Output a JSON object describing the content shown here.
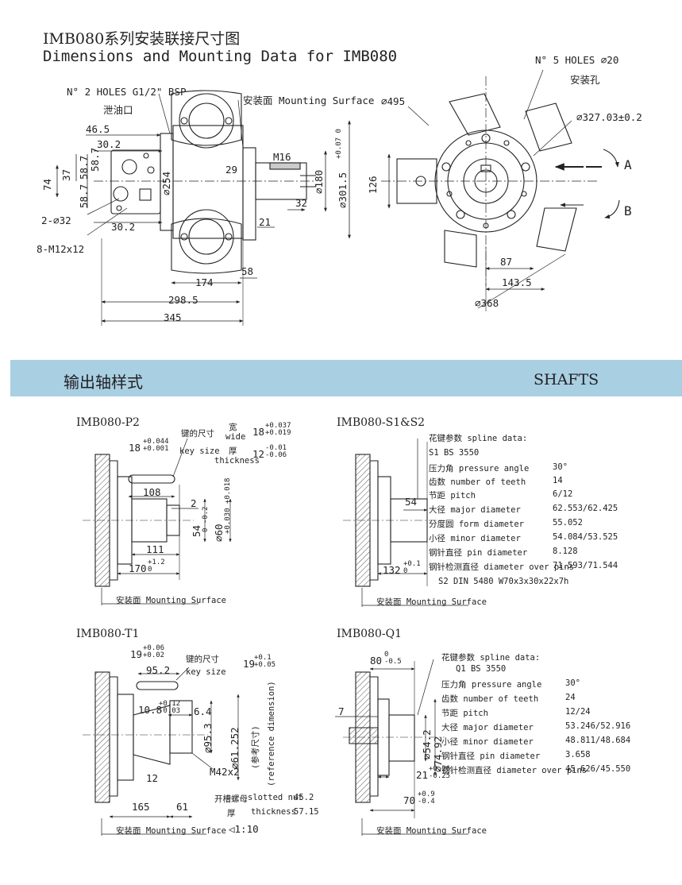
{
  "header": {
    "title_cn": "IMB080系列安装联接尺寸图",
    "title_en": "Dimensions and Mounting Data for IMB080"
  },
  "main_drawing": {
    "drain_holes": "N° 2 HOLES G1/2\" BSP",
    "drain_cn": "泄油口",
    "mounting_surface": "安装面 Mounting Surface",
    "dim_46_5": "46.5",
    "dim_30_2_top": "30.2",
    "dim_30_2_bot": "30.2",
    "dim_74": "74",
    "dim_37": "37",
    "dim_58_7a": "58.7",
    "dim_58_7b": "58.7",
    "dim_58_7c": "58.7",
    "dim_2x32": "2-∅32",
    "dim_8m12": "8-M12x12",
    "dim_254": "∅254",
    "dim_29": "29",
    "dim_m16": "M16",
    "dim_180": "∅180",
    "dim_301_5": "∅301.5",
    "dim_301_5_tol": "+0.07 0",
    "dim_32": "32",
    "dim_21": "21",
    "dim_58": "58",
    "dim_174": "174",
    "dim_298_5": "298.5",
    "dim_345": "345"
  },
  "front_view": {
    "holes": "N° 5 HOLES ∅20",
    "holes_cn": "安装孔",
    "dim_495": "∅495",
    "dim_327": "∅327.03±0.2",
    "dim_126": "126",
    "dim_87": "87",
    "dim_143_5": "143.5",
    "dim_368": "∅368",
    "label_a": "A",
    "label_b": "B"
  },
  "section": {
    "label_cn": "输出轴样式",
    "label_en": "SHAFTS"
  },
  "p2": {
    "title": "IMB080-P2",
    "key_cn": "键的尺寸",
    "key_en": "key size",
    "wide_cn": "宽",
    "wide_en": "wide",
    "thick_cn": "厚",
    "thick_en": "thickness",
    "wide_val": "18",
    "wide_tol": "+0.037 +0.019",
    "thick_val": "12",
    "thick_tol": "-0.01 -0.06",
    "dim_18": "18",
    "dim_18_tol": "+0.044 +0.001",
    "dim_108": "108",
    "dim_2": "2",
    "dim_54": "54",
    "dim_54_tol": "0 -0.2",
    "dim_60": "∅60",
    "dim_60_tol": "+0.030 +0.018",
    "dim_111": "111",
    "dim_170": "170",
    "dim_170_tol": "+1.2 0",
    "mounting": "安装面 Mounting Surface"
  },
  "s1s2": {
    "title": "IMB080-S1&S2",
    "spline_header": "花键参数 spline data:",
    "std": "S1 BS 3550",
    "rows": [
      {
        "label": "压力角 pressure angle",
        "value": "30°"
      },
      {
        "label": "齿数 number of teeth",
        "value": "14"
      },
      {
        "label": "节距 pitch",
        "value": "6/12"
      },
      {
        "label": "大径 major diameter",
        "value": "62.553/62.425"
      },
      {
        "label": "分度圆 form diameter",
        "value": "55.052"
      },
      {
        "label": "小径 minor diameter",
        "value": "54.084/53.525"
      },
      {
        "label": "钢针直径 pin diameter",
        "value": "8.128"
      },
      {
        "label": "钢针检测直径 diameter over pins",
        "value": "71.593/71.544"
      }
    ],
    "s2": "S2 DIN 5480 W70x3x30x22x7h",
    "dim_54": "54",
    "dim_132": "132",
    "dim_132_tol": "+0.1 0",
    "mounting": "安装面 Mounting Surface"
  },
  "t1": {
    "title": "IMB080-T1",
    "dim_19": "19",
    "dim_19_tol": "+0.06 +0.02",
    "key_cn": "键的尺寸",
    "key_en": "key size",
    "key_val": "19",
    "key_tol": "+0.1 +0.05",
    "dim_95_2": "95.2",
    "dim_10_8": "10.8",
    "dim_10_8_tol": "+0.12 -0.03",
    "dim_6_4": "6.4",
    "dim_95_3": "∅95.3",
    "dim_61_252": "∅61.252",
    "ref_cn": "(参考尺寸)",
    "ref_en": "(reference dimension)",
    "dim_12": "12",
    "dim_m42": "M42x2",
    "dim_165": "165",
    "dim_61": "61",
    "nut_cn": "开槽螺母",
    "nut_en": "slotted nut",
    "nut_val": "45.2",
    "thick_cn": "厚",
    "thick_en": "thickness",
    "thick_val": "57.15",
    "taper": "◁1:10",
    "mounting": "安装面 Mounting Surface"
  },
  "q1": {
    "title": "IMB080-Q1",
    "dim_80": "80",
    "dim_80_tol": "0 -0.5",
    "spline_header": "花键参数 spline data:",
    "std": "Q1 BS 3550",
    "rows": [
      {
        "label": "压力角 pressure angle",
        "value": "30°"
      },
      {
        "label": "齿数 number of teeth",
        "value": "24"
      },
      {
        "label": "节距 pitch",
        "value": "12/24"
      },
      {
        "label": "大径 major diameter",
        "value": "53.246/52.916"
      },
      {
        "label": "小径 minor diameter",
        "value": "48.811/48.684"
      },
      {
        "label": "钢针直径 pin diameter",
        "value": "3.658"
      },
      {
        "label": "钢针检测直径 diameter over pins",
        "value": "45.626/45.550"
      }
    ],
    "dim_7": "7",
    "dim_54_2": "∅54.2",
    "dim_74_92": "∅74.92",
    "dim_21": "21",
    "dim_21_tol": "+0.26 -0.25",
    "dim_70": "70",
    "dim_70_tol": "+0.9 -0.4",
    "mounting": "安装面 Mounting Surface"
  },
  "colors": {
    "band": "#a9cfe3",
    "line": "#222222",
    "hatch": "#555555"
  }
}
